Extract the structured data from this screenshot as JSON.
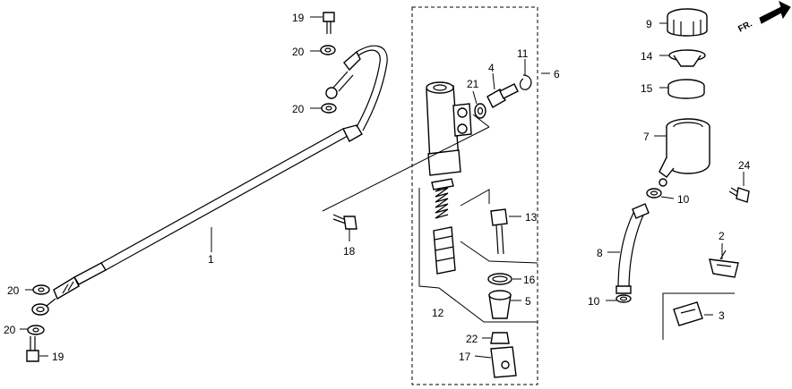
{
  "orientation_badge": "FR.",
  "callouts": {
    "c1": "1",
    "c2": "2",
    "c3": "3",
    "c4": "4",
    "c5": "5",
    "c6": "6",
    "c7": "7",
    "c8": "8",
    "c9": "9",
    "c10a": "10",
    "c10b": "10",
    "c11": "11",
    "c12": "12",
    "c13": "13",
    "c14": "14",
    "c15": "15",
    "c16": "16",
    "c17": "17",
    "c18": "18",
    "c19a": "19",
    "c19b": "19",
    "c20a": "20",
    "c20b": "20",
    "c20c": "20",
    "c20d": "20",
    "c21": "21",
    "c22": "22",
    "c24": "24"
  }
}
